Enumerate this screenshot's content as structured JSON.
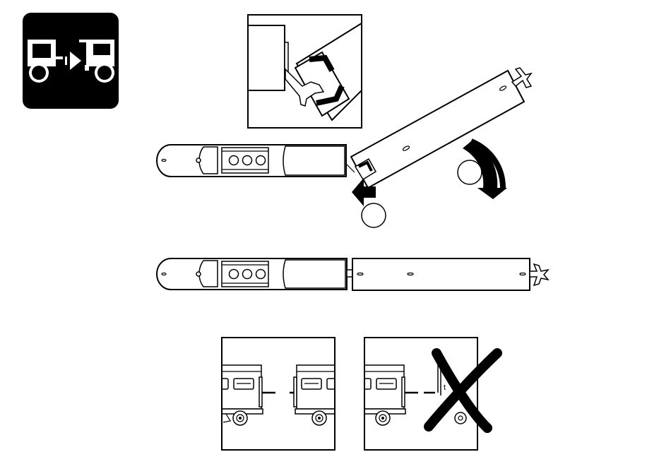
{
  "diagram": {
    "title": "",
    "step_markers": [
      {
        "id": "step-1",
        "text": ""
      },
      {
        "id": "step-2",
        "text": ""
      }
    ],
    "icon": {
      "name": "coupling-icon",
      "description_text": ""
    },
    "partial_text": "t",
    "colors": {
      "ink": "#000000",
      "paper": "#ffffff"
    }
  }
}
